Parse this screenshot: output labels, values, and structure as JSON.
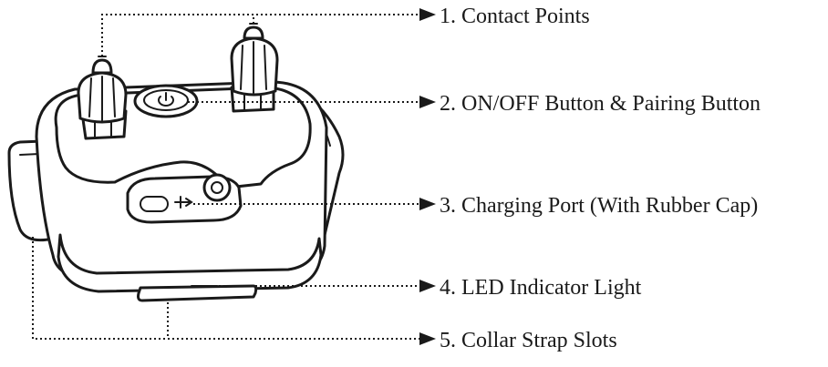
{
  "callouts": [
    {
      "label": "1. Contact Points"
    },
    {
      "label": "2. ON/OFF Button & Pairing Button"
    },
    {
      "label": "3. Charging Port (With Rubber Cap)"
    },
    {
      "label": "4. LED Indicator Light"
    },
    {
      "label": "5. Collar Strap Slots"
    }
  ],
  "colors": {
    "ink": "#1a1a1a",
    "background": "#ffffff"
  },
  "icons": {
    "power": "power-icon",
    "usb": "usb-icon"
  }
}
